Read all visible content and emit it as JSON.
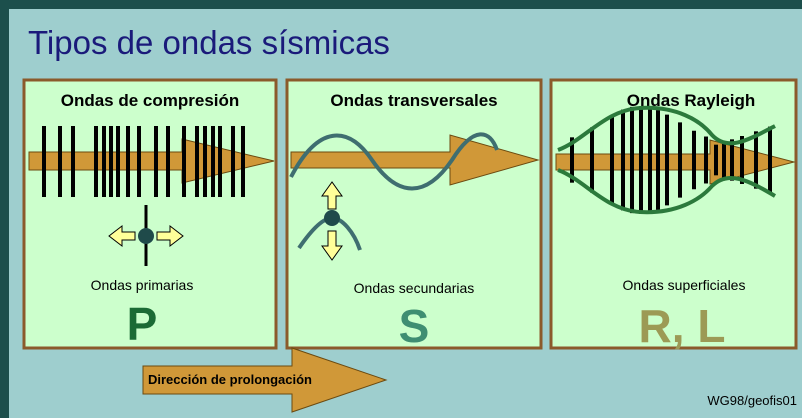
{
  "title": "Tipos de ondas sísmicas",
  "panels": [
    {
      "heading": "Ondas de compresión",
      "caption": "Ondas primarias",
      "letter": "P"
    },
    {
      "heading": "Ondas transversales",
      "caption": "Ondas secundarias",
      "letter": "S"
    },
    {
      "heading": "Ondas Rayleigh",
      "caption": "Ondas superficiales",
      "letter": "R, L"
    }
  ],
  "direction_label": "Dirección de prolongación",
  "credit": "WG98/geofis01",
  "colors": {
    "background": "#9ecece",
    "frame": "#1c4f4c",
    "panel": "#ccffcc",
    "panel_border": "#8b5a2b",
    "title": "#1a1a7a",
    "arrow": "#d09838",
    "arrow_stroke": "#6b4a10",
    "letter_p": "#1b6b35",
    "letter_s": "#3f8e72",
    "letter_rl": "#9c9a55",
    "wave": "#3f6e70",
    "envelope": "#2c7a3c",
    "arrow_yellow": "#ffff99"
  }
}
